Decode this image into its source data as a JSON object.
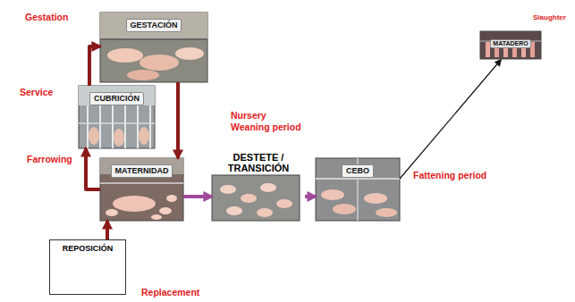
{
  "diagram": {
    "nodes": [
      {
        "text": [
          "GESTACIÓN"
        ]
      },
      {
        "text": [
          "CUBRICIÓN"
        ]
      },
      {
        "text": [
          "MATERNIDAD"
        ]
      },
      {
        "text": [
          "DESTETE / TRANSICIÓN"
        ]
      },
      {
        "text": [
          "CEBO"
        ]
      },
      {
        "text": [
          "MATADERO"
        ]
      },
      {
        "text": [
          "REPOSICIÓN"
        ]
      }
    ],
    "edges": [
      {
        "from": 2,
        "to": 1,
        "arrow": "to"
      },
      {
        "from": 1,
        "to": 0,
        "arrow": "to"
      },
      {
        "from": 0,
        "to": 2,
        "arrow": "to"
      },
      {
        "from": 2,
        "to": 3,
        "arrow": "to"
      },
      {
        "from": 3,
        "to": 4,
        "arrow": "to"
      },
      {
        "from": 4,
        "to": 5,
        "arrow": "to"
      },
      {
        "from": 6,
        "to": 2,
        "arrow": "to"
      }
    ],
    "labels": [
      "Gestation",
      "Service",
      "Farrowing",
      "Nursery",
      "Weaning period",
      "Fattening period",
      "Slaughter",
      "Replacement"
    ]
  }
}
